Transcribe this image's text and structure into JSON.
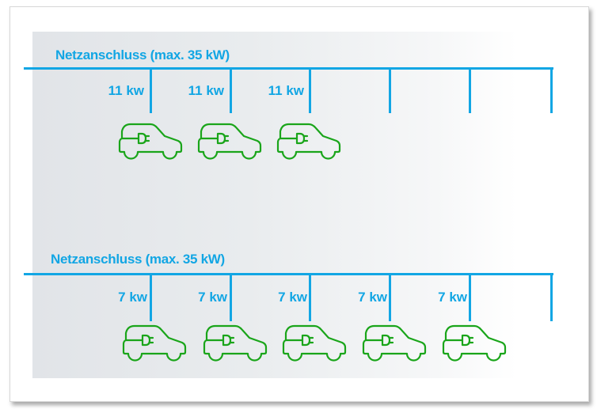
{
  "colors": {
    "line": "#12a6e4",
    "car": "#1aa51a"
  },
  "groups": [
    {
      "title": "Netzanschluss (max. 35 kW)",
      "labels": [
        "11 kw",
        "11 kw",
        "11 kw"
      ],
      "cars": 3
    },
    {
      "title": "Netzanschluss (max. 35 kW)",
      "labels": [
        "7 kw",
        "7 kw",
        "7 kw",
        "7 kw",
        "7 kw"
      ],
      "cars": 5
    }
  ]
}
